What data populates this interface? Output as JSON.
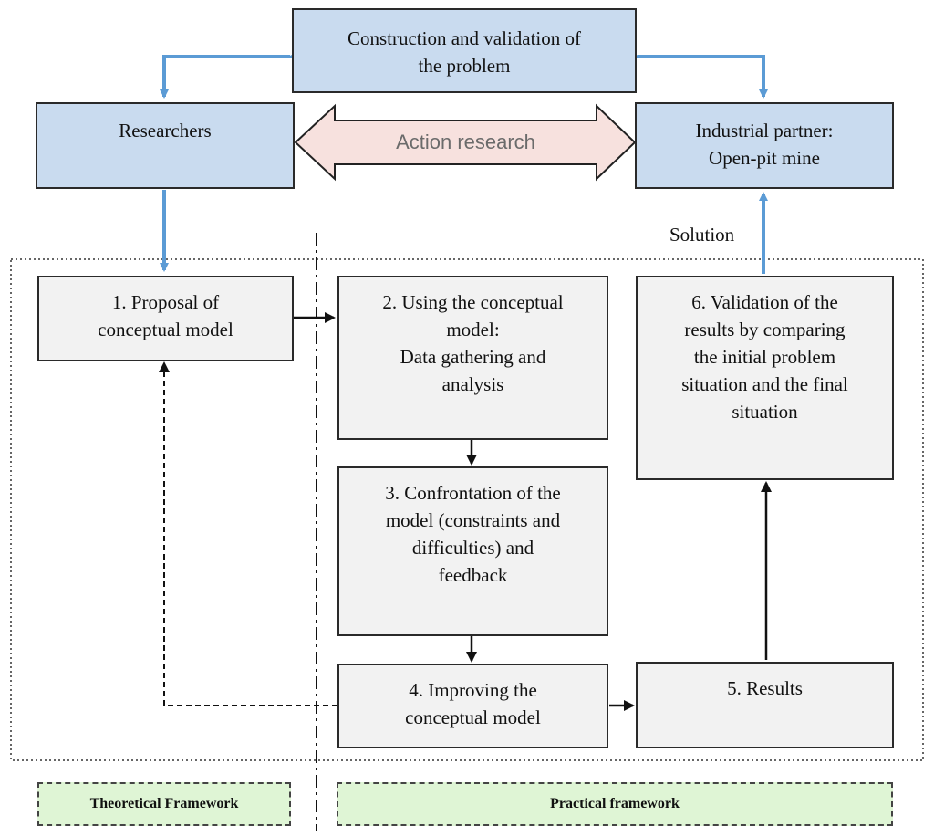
{
  "boxes": {
    "construction": "Construction and validation of\nthe problem",
    "researchers": "Researchers",
    "industrial": "Industrial partner:\nOpen-pit mine",
    "step1": "1. Proposal of\nconceptual model",
    "step2": "2. Using the conceptual\nmodel:\nData gathering and\nanalysis",
    "step3": "3. Confrontation of the\nmodel (constraints and\ndifficulties) and\nfeedback",
    "step4": "4. Improving the\nconceptual model",
    "step5": "5. Results",
    "step6": "6. Validation of the\nresults by comparing\nthe initial problem\nsituation and the final\nsituation"
  },
  "labels": {
    "action_research": "Action research",
    "solution": "Solution"
  },
  "frameworks": {
    "theoretical": "Theoretical Framework",
    "practical": "Practical framework"
  },
  "colors": {
    "blue_box": "#c9dbef",
    "blue_arrow": "#5b9bd5",
    "grey_box": "#f2f2f2",
    "action_arrow_fill": "#f7e1de",
    "framework_fill": "#dff5d5"
  }
}
